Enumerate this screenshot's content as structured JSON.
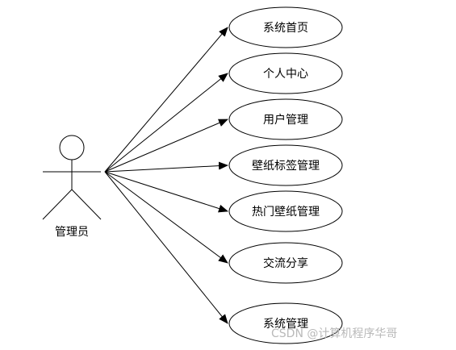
{
  "actor": {
    "name": "管理员"
  },
  "use_cases": [
    {
      "label": "系统首页"
    },
    {
      "label": "个人中心"
    },
    {
      "label": "用户管理"
    },
    {
      "label": "壁纸标签管理"
    },
    {
      "label": "热门壁纸管理"
    },
    {
      "label": "交流分享"
    },
    {
      "label": "系统管理"
    }
  ],
  "watermark": "CSDN @计算机程序华哥"
}
